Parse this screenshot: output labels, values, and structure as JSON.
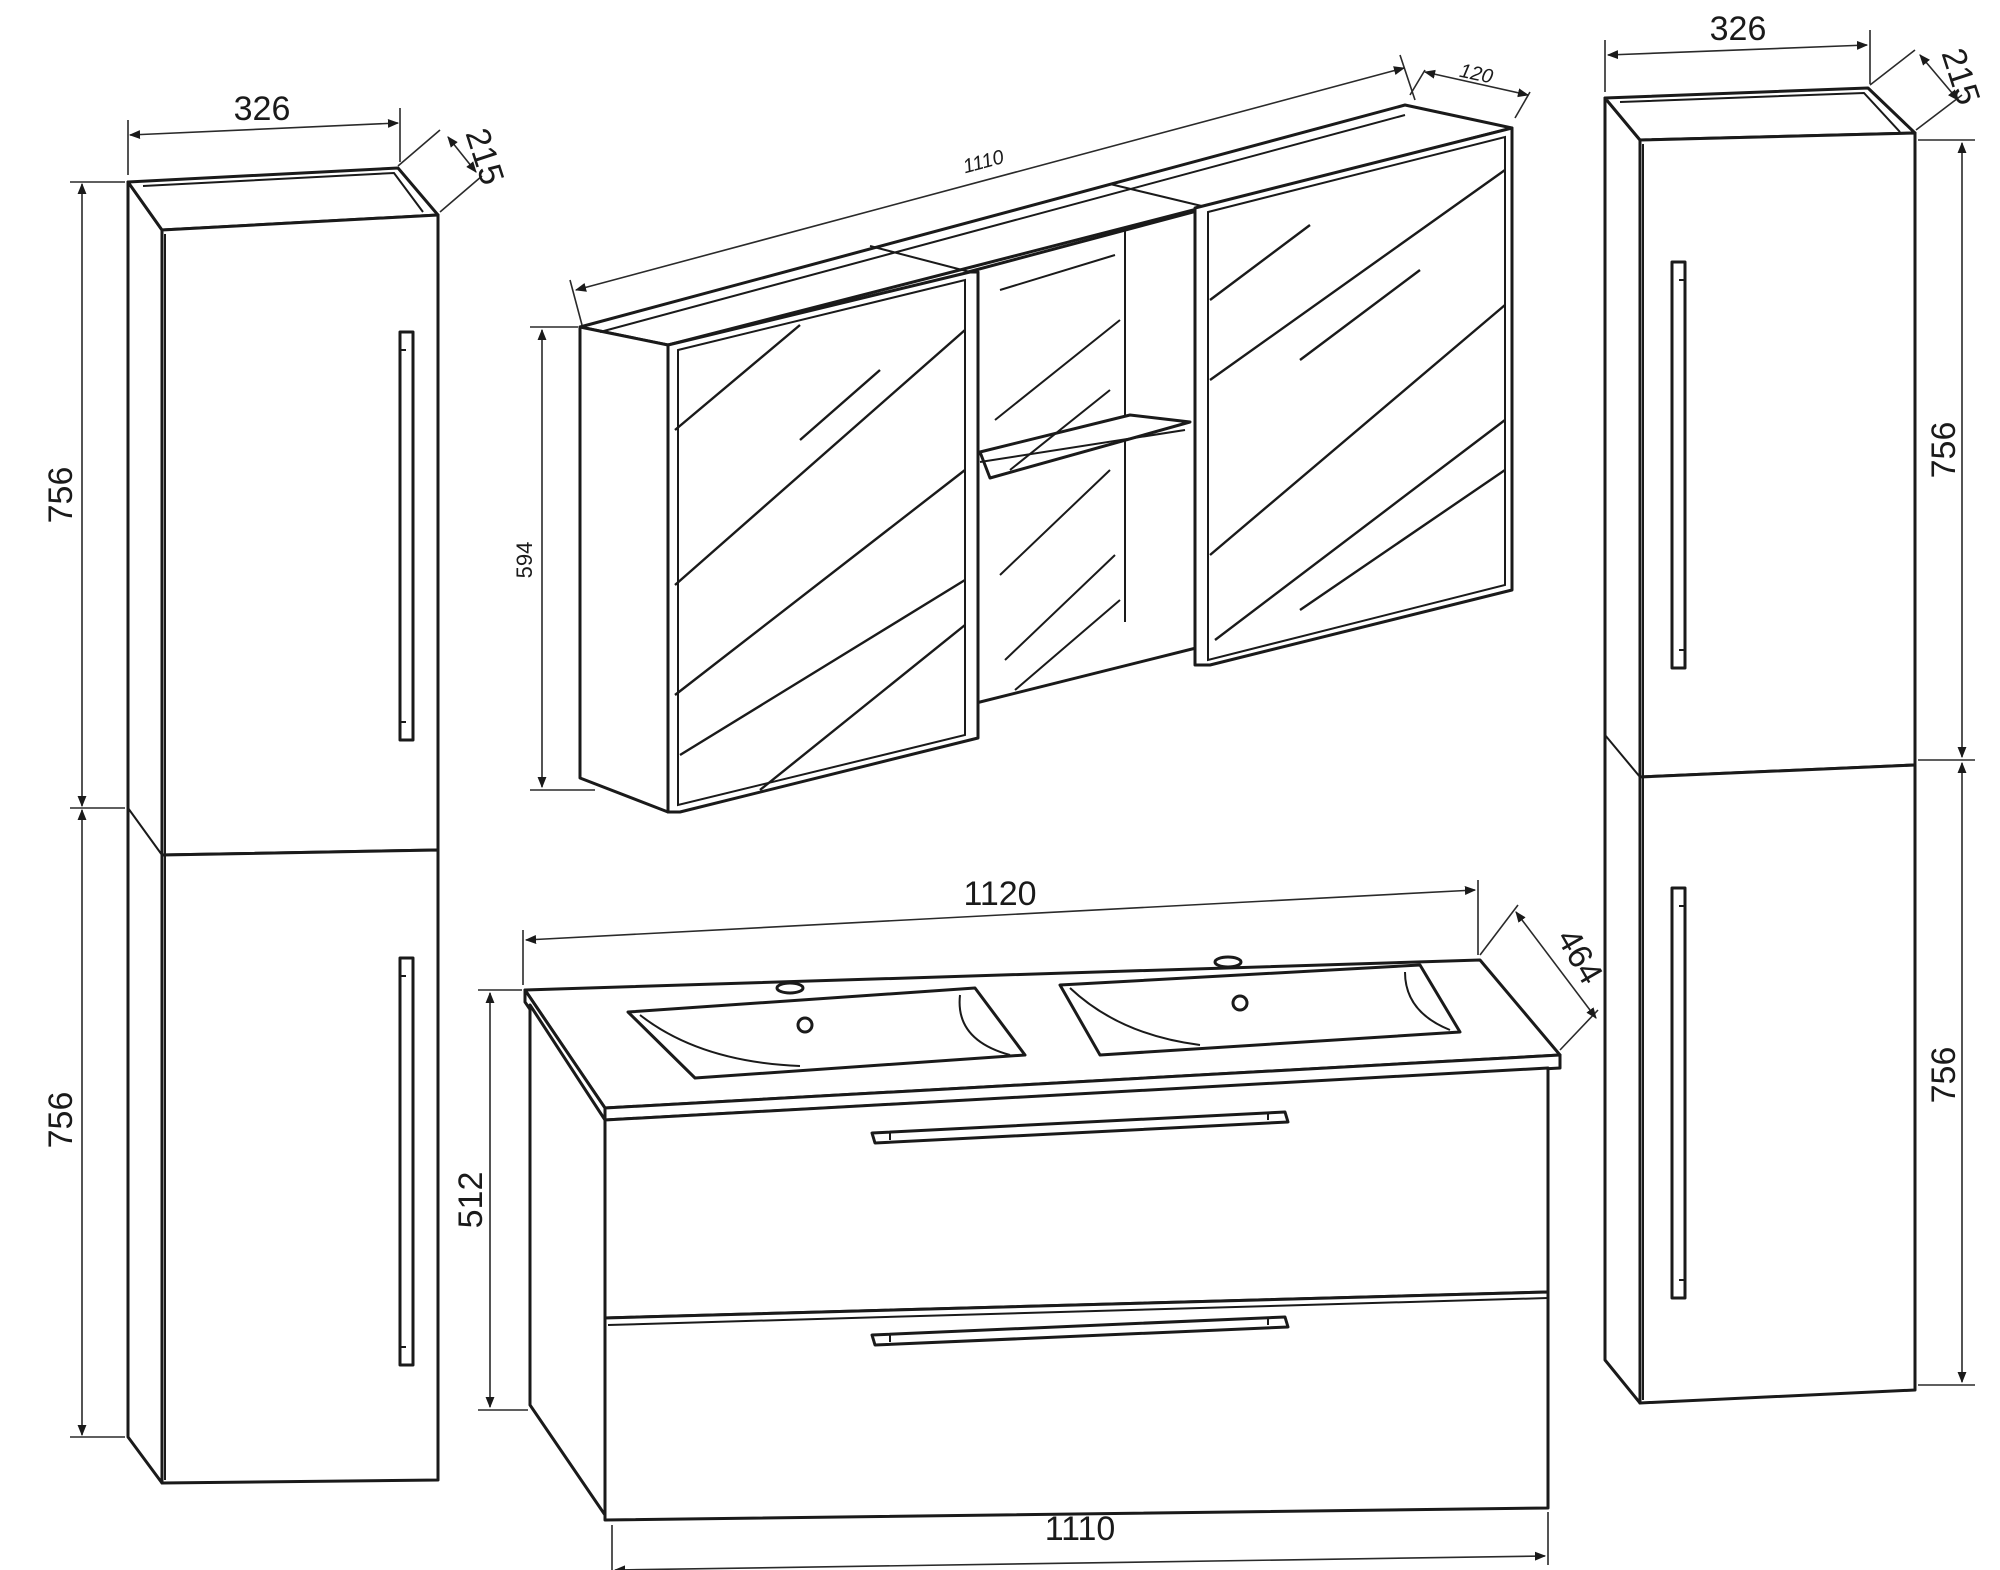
{
  "dimensions": {
    "left_cabinet_width": "326",
    "left_cabinet_depth": "215",
    "left_cabinet_upper_height": "756",
    "left_cabinet_lower_height": "756",
    "mirror_width": "1110",
    "mirror_depth": "120",
    "mirror_height": "594",
    "sink_width": "1120",
    "sink_depth": "464",
    "vanity_height": "512",
    "vanity_width": "1110",
    "right_cabinet_width": "326",
    "right_cabinet_depth": "215",
    "right_cabinet_upper_height": "756",
    "right_cabinet_lower_height": "756"
  },
  "colors": {
    "line": "#1a1a1a",
    "background": "#ffffff"
  }
}
